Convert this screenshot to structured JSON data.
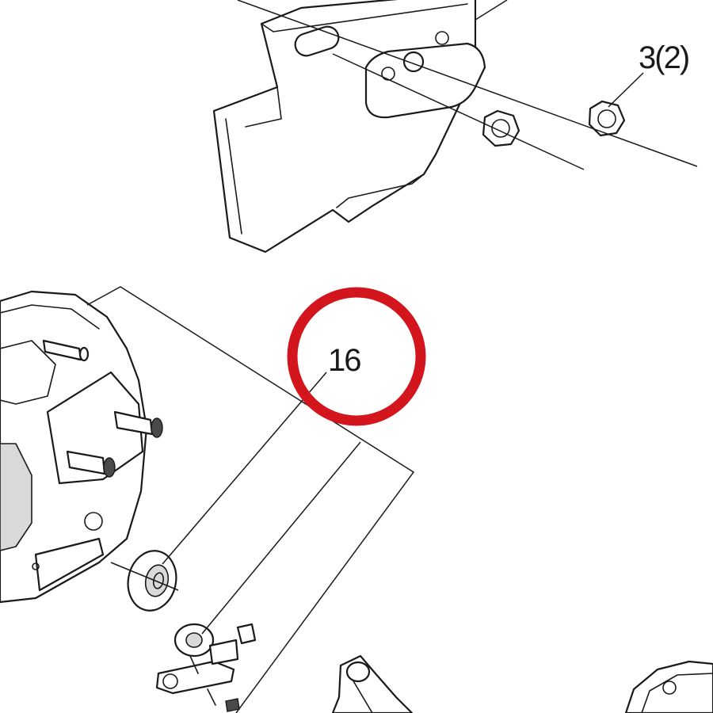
{
  "callouts": {
    "part_16": "16",
    "part_3": "3(2)"
  },
  "highlight": {
    "target": "16",
    "color": "#d3151e"
  },
  "colors": {
    "line": "#1a1a1a",
    "background": "#ffffff"
  }
}
